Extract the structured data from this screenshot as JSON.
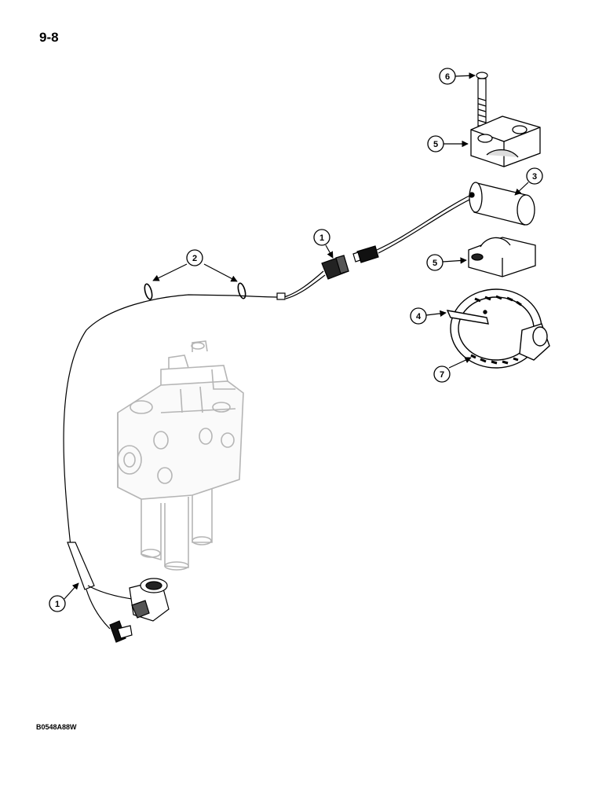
{
  "page": {
    "number": "9-8",
    "figure_code": "B0548A88W"
  },
  "callouts": [
    {
      "id": "c6",
      "label": "6"
    },
    {
      "id": "c5a",
      "label": "5"
    },
    {
      "id": "c3",
      "label": "3"
    },
    {
      "id": "c1a",
      "label": "1"
    },
    {
      "id": "c2",
      "label": "2"
    },
    {
      "id": "c5b",
      "label": "5"
    },
    {
      "id": "c4",
      "label": "4"
    },
    {
      "id": "c7",
      "label": "7"
    },
    {
      "id": "c1b",
      "label": "1"
    }
  ]
}
